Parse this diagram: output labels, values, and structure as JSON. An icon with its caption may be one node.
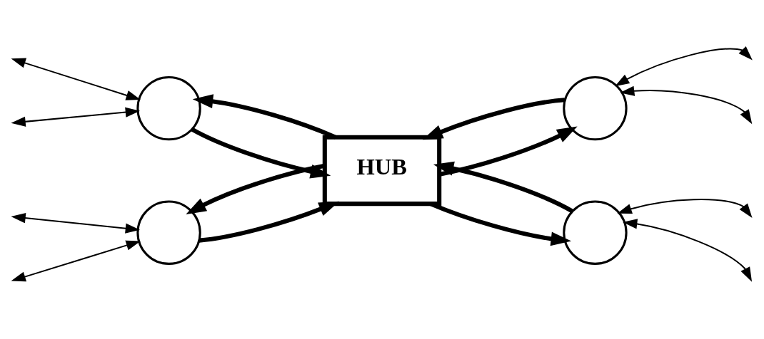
{
  "diagram": {
    "nodes": [
      {
        "text": [],
        "shape": "circle"
      },
      {
        "text": [],
        "shape": "circle"
      },
      {
        "text": [
          "HUB"
        ]
      },
      {
        "text": [],
        "shape": "circle"
      },
      {
        "text": [],
        "shape": "circle"
      }
    ],
    "edges": [
      {
        "from": null,
        "to": 0,
        "arrow": "both"
      },
      {
        "from": null,
        "to": 0,
        "arrow": "both"
      },
      {
        "from": 2,
        "to": 0,
        "arrow": "to",
        "style": "thick"
      },
      {
        "from": 0,
        "to": 2,
        "arrow": "to",
        "style": "thick"
      },
      {
        "from": null,
        "to": 1,
        "arrow": "both"
      },
      {
        "from": null,
        "to": 1,
        "arrow": "both"
      },
      {
        "from": 2,
        "to": 1,
        "arrow": "to",
        "style": "thick"
      },
      {
        "from": 1,
        "to": 2,
        "arrow": "to",
        "style": "thick"
      },
      {
        "from": null,
        "to": 3,
        "arrow": "both"
      },
      {
        "from": null,
        "to": 3,
        "arrow": "both"
      },
      {
        "from": 3,
        "to": 2,
        "arrow": "to",
        "style": "thick"
      },
      {
        "from": 2,
        "to": 3,
        "arrow": "to",
        "style": "thick"
      },
      {
        "from": null,
        "to": 4,
        "arrow": "both"
      },
      {
        "from": null,
        "to": 4,
        "arrow": "both"
      },
      {
        "from": 4,
        "to": 2,
        "arrow": "to",
        "style": "thick"
      },
      {
        "from": 2,
        "to": 4,
        "arrow": "to",
        "style": "thick"
      }
    ]
  }
}
